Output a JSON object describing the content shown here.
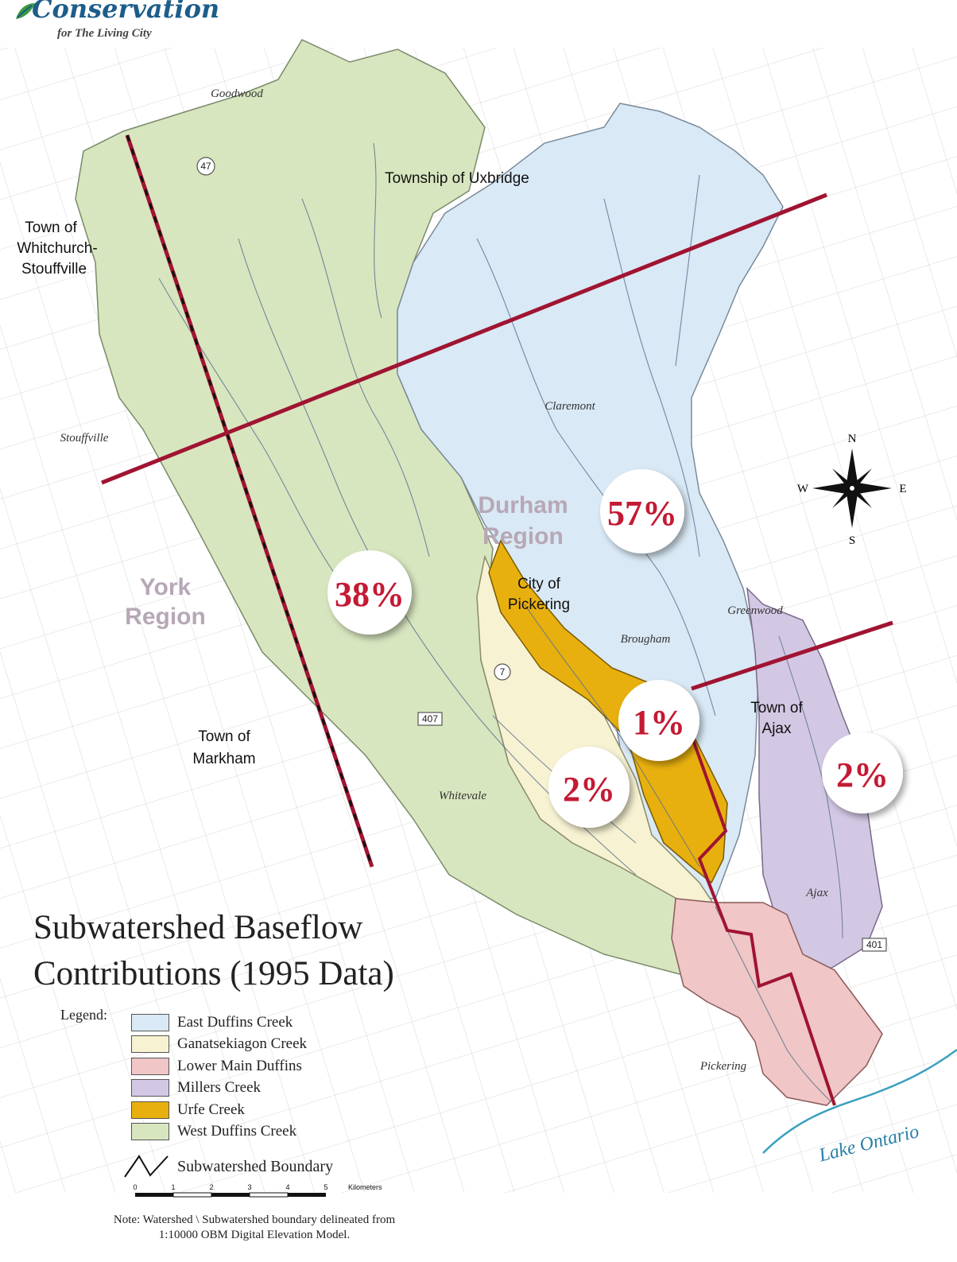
{
  "logo": {
    "name": "Conservation",
    "tagline": "for The Living City"
  },
  "title": {
    "line1": "Subwatershed Baseflow",
    "line2": "Contributions (1995 Data)"
  },
  "legend": {
    "label": "Legend:",
    "items": [
      {
        "name": "East Duffins Creek",
        "color": "#d9e9f5"
      },
      {
        "name": "Ganatsekiagon Creek",
        "color": "#f7f2d2"
      },
      {
        "name": "Lower Main Duffins",
        "color": "#f0c6c6"
      },
      {
        "name": "Millers Creek",
        "color": "#d3c8e4"
      },
      {
        "name": "Urfe Creek",
        "color": "#e8b00e"
      },
      {
        "name": "West Duffins Creek",
        "color": "#d8e6bf"
      }
    ],
    "boundary_label": "Subwatershed Boundary"
  },
  "scale": {
    "ticks": [
      "0",
      "1",
      "2",
      "3",
      "4",
      "5"
    ],
    "unit": "Kilometers"
  },
  "note": {
    "line1": "Note: Watershed \\ Subwatershed boundary delineated from",
    "line2": "1:10000 OBM Digital Elevation Model."
  },
  "compass": {
    "n": "N",
    "s": "S",
    "e": "E",
    "w": "W"
  },
  "region_labels": {
    "york_1": "York",
    "york_2": "Region",
    "durham_1": "Durham",
    "durham_2": "Region"
  },
  "place_labels": {
    "whitchurch_1": "Town of",
    "whitchurch_2": "Whitchurch-",
    "whitchurch_3": "Stouffville",
    "uxbridge": "Township of Uxbridge",
    "pickering_1": "City of",
    "pickering_2": "Pickering",
    "markham_1": "Town of",
    "markham_2": "Markham",
    "ajax_1": "Town of",
    "ajax_2": "Ajax"
  },
  "town_labels": {
    "goodwood": "Goodwood",
    "stouffville": "Stouffville",
    "claremont": "Claremont",
    "brougham": "Brougham",
    "greenwood": "Greenwood",
    "whitevale": "Whitevale",
    "ajax": "Ajax",
    "pickering": "Pickering"
  },
  "water_labels": {
    "lake": "Lake Ontario"
  },
  "highways": {
    "h47": "47",
    "h7": "7",
    "h407": "407",
    "h401": "401"
  },
  "percentages": {
    "west": "38%",
    "east": "57%",
    "urfe": "1%",
    "ganatsekiagon": "2%",
    "millers": "2%"
  }
}
